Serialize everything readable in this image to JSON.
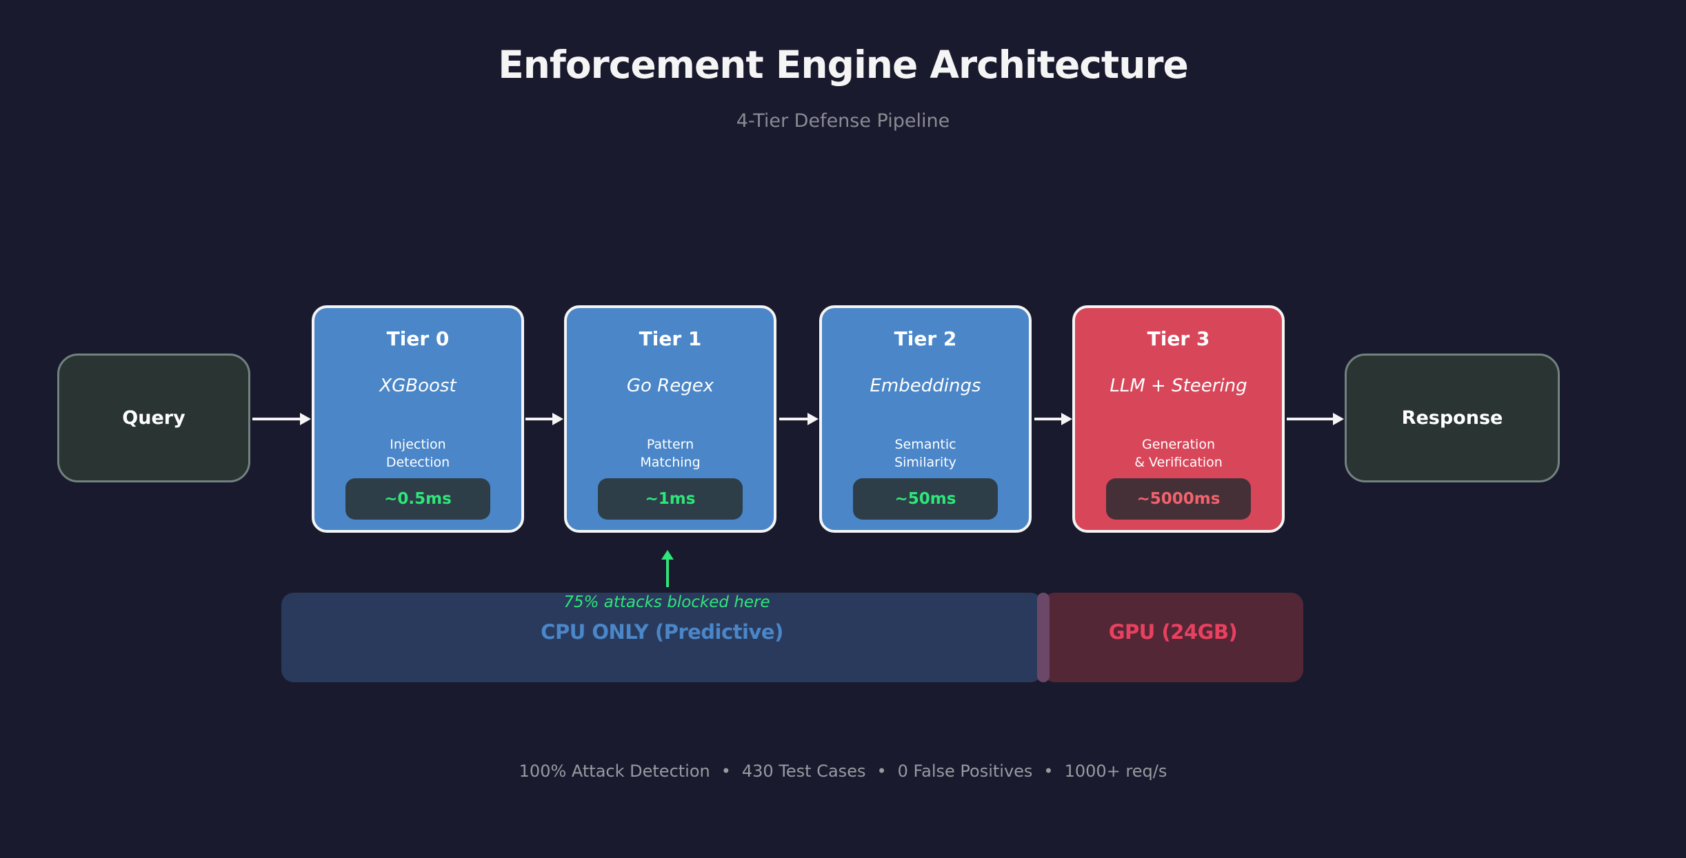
{
  "header": {
    "title": "Enforcement Engine Architecture",
    "subtitle": "4-Tier Defense Pipeline"
  },
  "pipeline": {
    "input_label": "Query",
    "output_label": "Response",
    "tiers": [
      {
        "name": "Tier 0",
        "tech": "XGBoost",
        "desc": [
          "Injection",
          "Detection"
        ],
        "latency": "~0.5ms",
        "color": "#4a86c8",
        "latency_color": "#2ee67a"
      },
      {
        "name": "Tier 1",
        "tech": "Go Regex",
        "desc": [
          "Pattern",
          "Matching"
        ],
        "latency": "~1ms",
        "color": "#4a86c8",
        "latency_color": "#2ee67a"
      },
      {
        "name": "Tier 2",
        "tech": "Embeddings",
        "desc": [
          "Semantic",
          "Similarity"
        ],
        "latency": "~50ms",
        "color": "#4a86c8",
        "latency_color": "#2ee67a"
      },
      {
        "name": "Tier 3",
        "tech": "LLM + Steering",
        "desc": [
          "Generation",
          "& Verification"
        ],
        "latency": "~5000ms",
        "color": "#d8465a",
        "latency_color": "#f2636e"
      }
    ]
  },
  "annotation": {
    "text": "75% attacks blocked here",
    "color": "#2ee67a"
  },
  "bands": {
    "cpu": {
      "label": "CPU ONLY (Predictive)",
      "fill": "#2a3a5c",
      "text_color": "#4a86c8"
    },
    "gpu": {
      "label": "GPU (24GB)",
      "fill": "#542736",
      "text_color": "#e8415f"
    }
  },
  "footer": {
    "separator": "•",
    "stats": [
      "100% Attack Detection",
      "430 Test Cases",
      "0 False Positives",
      "1000+ req/s"
    ]
  },
  "colors": {
    "background": "#1a1a2e",
    "tier_border": "#f5f5f5",
    "endpoint_fill": "#2a3433",
    "endpoint_border": "#71827f",
    "arrow": "#f5f5f5",
    "band_divider": "#6b4768"
  }
}
